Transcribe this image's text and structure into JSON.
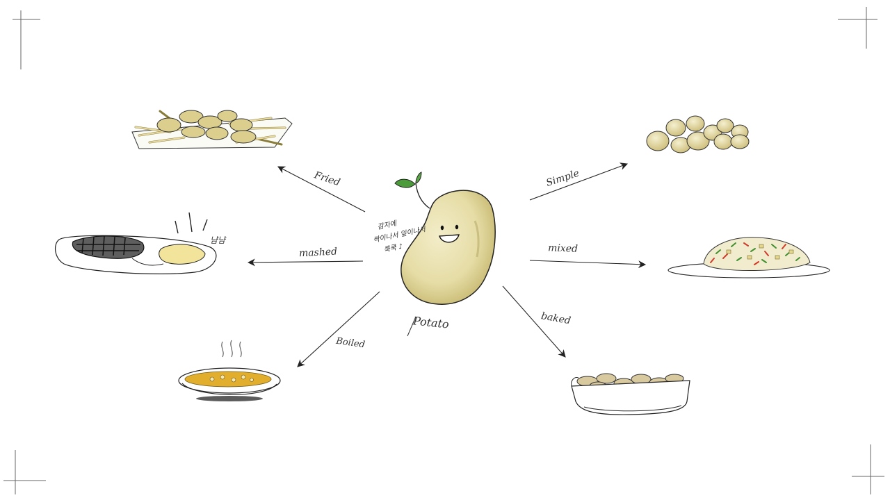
{
  "center": {
    "label": "Potato",
    "note_lines": [
      "감자에",
      "싹이나서 잎이나서",
      "쿡쿡 ♪"
    ]
  },
  "branches": {
    "fried": "Fried",
    "mashed": "mashed",
    "boiled": "Boiled",
    "simple": "Simple",
    "mixed": "mixed",
    "baked": "baked"
  },
  "mashed_dish_note": "냠냠",
  "colors": {
    "ink": "#2a2a2a",
    "potato_fill": "#e7dfae",
    "potato_shade": "#c9bb72",
    "leaf": "#4b9b3a",
    "soup": "#e2ae2e",
    "fries": "#e6d49a"
  }
}
